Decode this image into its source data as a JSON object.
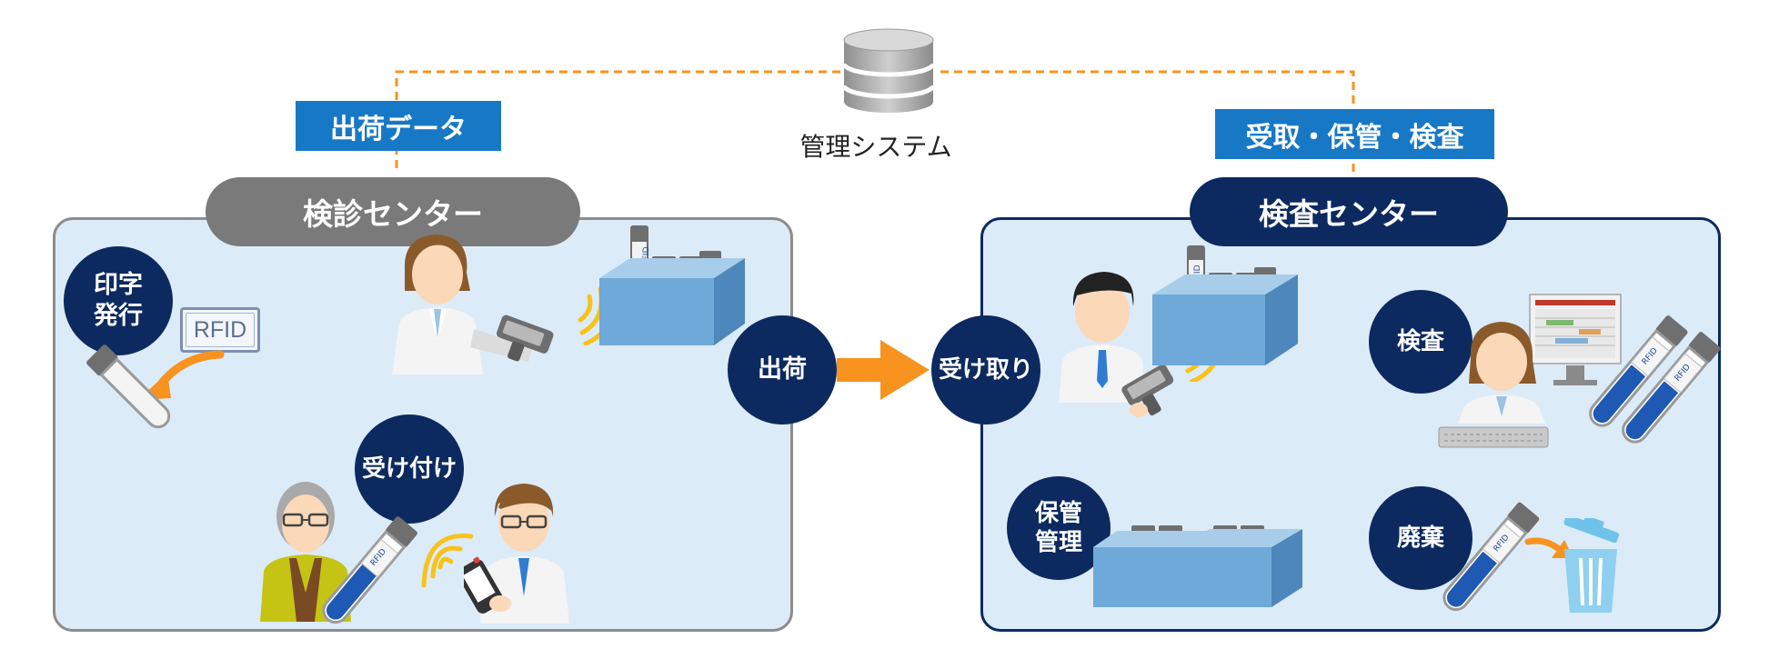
{
  "system": {
    "label": "管理システム"
  },
  "data_labels": {
    "left": "出荷データ",
    "right": "受取・保管・検査"
  },
  "centers": {
    "left": "検診センター",
    "right": "検査センター"
  },
  "steps": {
    "print": [
      "印字",
      "発行"
    ],
    "reception": "受け付け",
    "ship": "出荷",
    "receive": "受け取り",
    "inspect": "検査",
    "storage": [
      "保管",
      "管理"
    ],
    "dispose": "廃棄"
  },
  "rfid_tag": "RFID",
  "tube_label": "RFID",
  "colors": {
    "navy": "#0c2a60",
    "label_blue": "#1778c6",
    "panel_fill": "#dcebf8",
    "gray_pill": "#7a7a7a",
    "arrow_orange": "#f7931e",
    "box_blue": "#6aa6d6"
  }
}
